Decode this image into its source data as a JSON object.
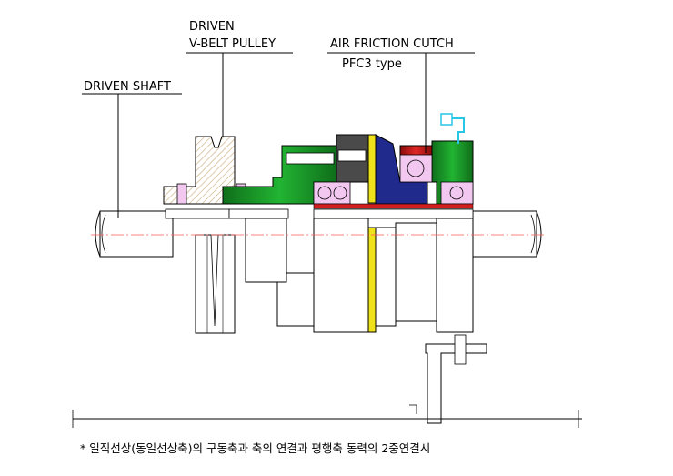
{
  "labels": {
    "driven_shaft": "DRIVEN SHAFT",
    "pulley_line1": "DRIVEN",
    "pulley_line2": "V-BELT PULLEY",
    "clutch_line1": "AIR FRICTION CUTCH",
    "clutch_line2": "PFC3  type"
  },
  "caption": "* 일직선상(동일선상축)의 구동축과 축의 연결과 평행축 동력의 2중연결시",
  "colors": {
    "outline": "#000000",
    "hatch": "#c8a878",
    "green": "#1e9b2a",
    "green_dark": "#0f6e1a",
    "red": "#d21e1e",
    "navy": "#1f2a8c",
    "yellow": "#f0e21a",
    "cyan": "#29c6e6",
    "bearing": "#f2c8f0",
    "centerline": "#ff5a5a",
    "gray_panel": "#4a4a4a"
  }
}
